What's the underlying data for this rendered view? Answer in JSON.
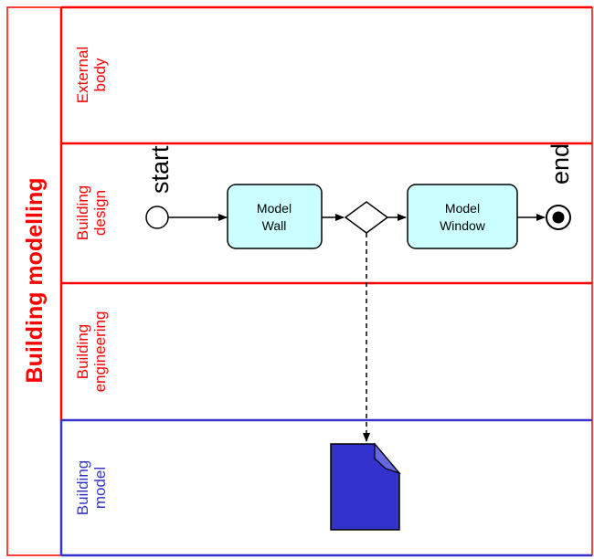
{
  "pool": {
    "title": "Building modelling",
    "color": "#ff0000"
  },
  "lanes": [
    {
      "line1": "External",
      "line2": "body",
      "color": "#ff0000"
    },
    {
      "line1": "Building",
      "line2": "design",
      "color": "#ff0000"
    },
    {
      "line1": "Building",
      "line2": "engineering",
      "color": "#ff0000"
    },
    {
      "line1": "Building",
      "line2": "model",
      "color": "#3333cc"
    }
  ],
  "events": {
    "start_label": "start",
    "end_label": "end"
  },
  "tasks": [
    {
      "line1": "Model",
      "line2": "Wall"
    },
    {
      "line1": "Model",
      "line2": "Window"
    }
  ],
  "colors": {
    "task_fill": "#ccffff",
    "document_fill": "#3333cc",
    "edge": "#000000"
  }
}
